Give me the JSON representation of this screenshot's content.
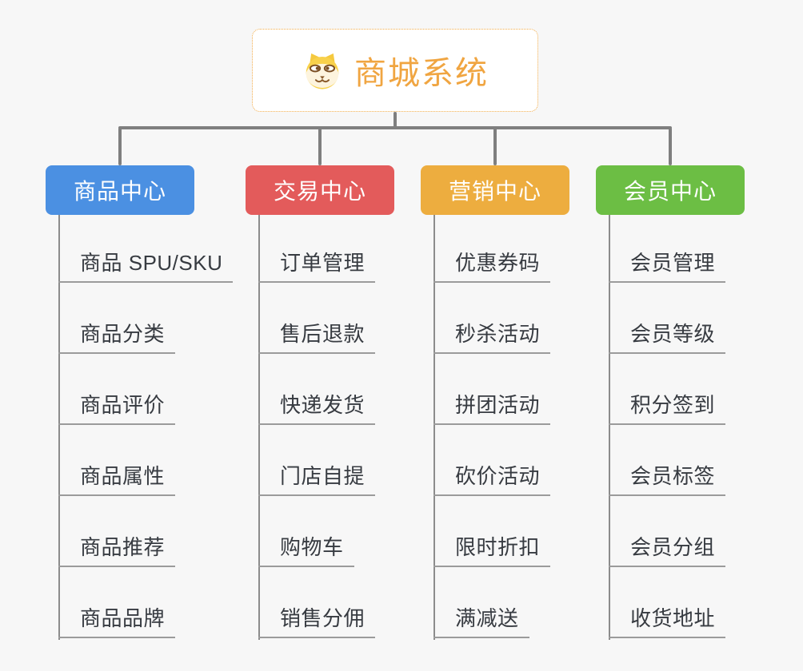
{
  "root": {
    "title": "商城系统",
    "icon": "doge-icon",
    "accent_color": "#F0A541",
    "border_color": "#F2AC4A"
  },
  "connector_color": "#7F7F7F",
  "branches": [
    {
      "label": "商品中心",
      "color": "#4B90E2",
      "children": [
        "商品 SPU/SKU",
        "商品分类",
        "商品评价",
        "商品属性",
        "商品推荐",
        "商品品牌"
      ]
    },
    {
      "label": "交易中心",
      "color": "#E35B5B",
      "children": [
        "订单管理",
        "售后退款",
        "快递发货",
        "门店自提",
        "购物车",
        "销售分佣"
      ]
    },
    {
      "label": "营销中心",
      "color": "#EDAD3F",
      "children": [
        "优惠券码",
        "秒杀活动",
        "拼团活动",
        "砍价活动",
        "限时折扣",
        "满减送"
      ]
    },
    {
      "label": "会员中心",
      "color": "#6CBE44",
      "children": [
        "会员管理",
        "会员等级",
        "积分签到",
        "会员标签",
        "会员分组",
        "收货地址"
      ]
    }
  ]
}
